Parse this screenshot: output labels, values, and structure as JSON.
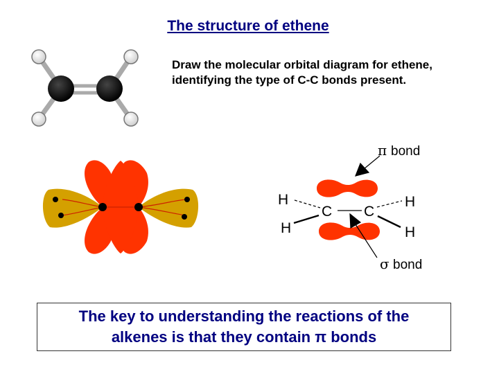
{
  "title": "The structure of ethene",
  "instruction": {
    "line1": "Draw the molecular orbital diagram for ethene,",
    "line2": "identifying the type of C-C bonds present."
  },
  "key_message": {
    "line1": "The key to understanding the reactions of the",
    "line2": "alkenes is that they contain π bonds"
  },
  "bond_diagram": {
    "pi_symbol": "π",
    "pi_word": "bond",
    "sigma_symbol": "σ",
    "sigma_word": "bond",
    "atom_h": "H",
    "atom_c": "C"
  },
  "colors": {
    "title": "#000080",
    "pi_lobe": "#ff3300",
    "sigma_lobe": "#d4a000",
    "carbon_ball": "#000000",
    "hydrogen_ball": "#e6e6e6"
  }
}
